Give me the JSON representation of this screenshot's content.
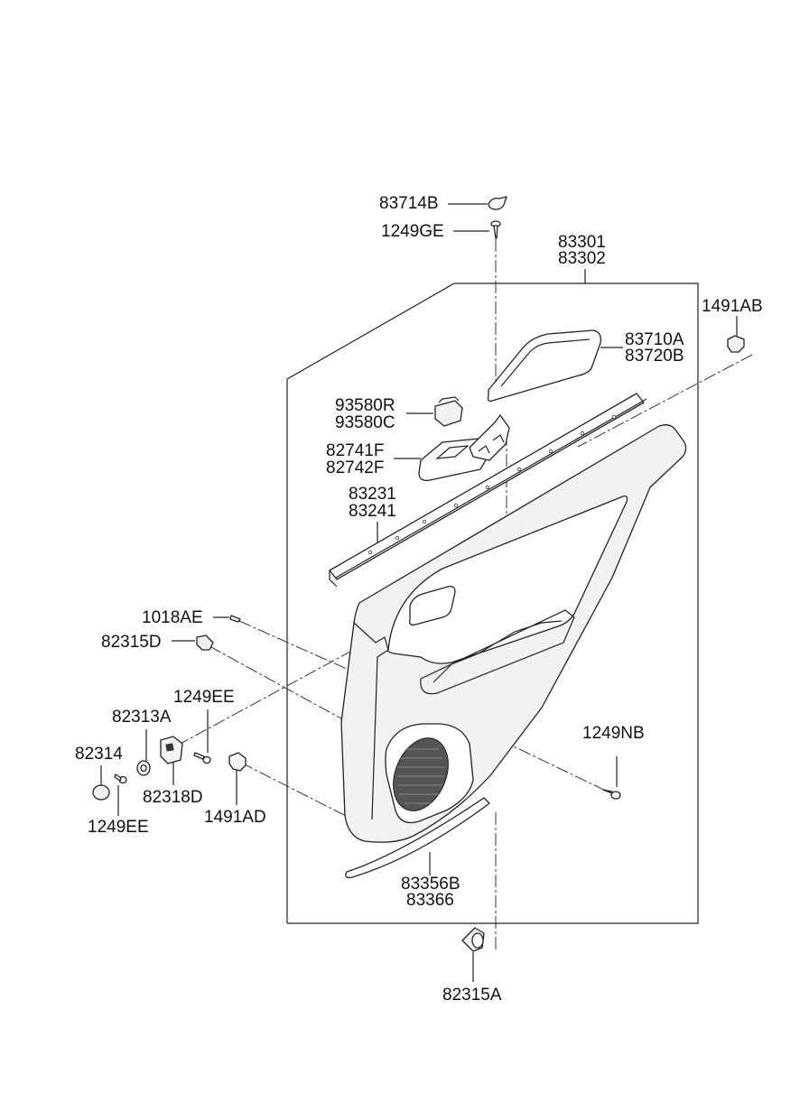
{
  "labels": {
    "p83714B": "83714B",
    "p1249GE": "1249GE",
    "p83301": "83301",
    "p83302": "83302",
    "p1491AB": "1491AB",
    "p83710A": "83710A",
    "p83720B": "83720B",
    "p93580R": "93580R",
    "p93580C": "93580C",
    "p82741F": "82741F",
    "p82742F": "82742F",
    "p83231": "83231",
    "p83241": "83241",
    "p1018AE": "1018AE",
    "p82315D": "82315D",
    "p1249EE_top": "1249EE",
    "p82313A": "82313A",
    "p82314": "82314",
    "p82318D": "82318D",
    "p1249EE_bottom": "1249EE",
    "p1491AD": "1491AD",
    "p1249NB": "1249NB",
    "p83356B": "83356B",
    "p83366": "83366",
    "p82315A": "82315A"
  }
}
